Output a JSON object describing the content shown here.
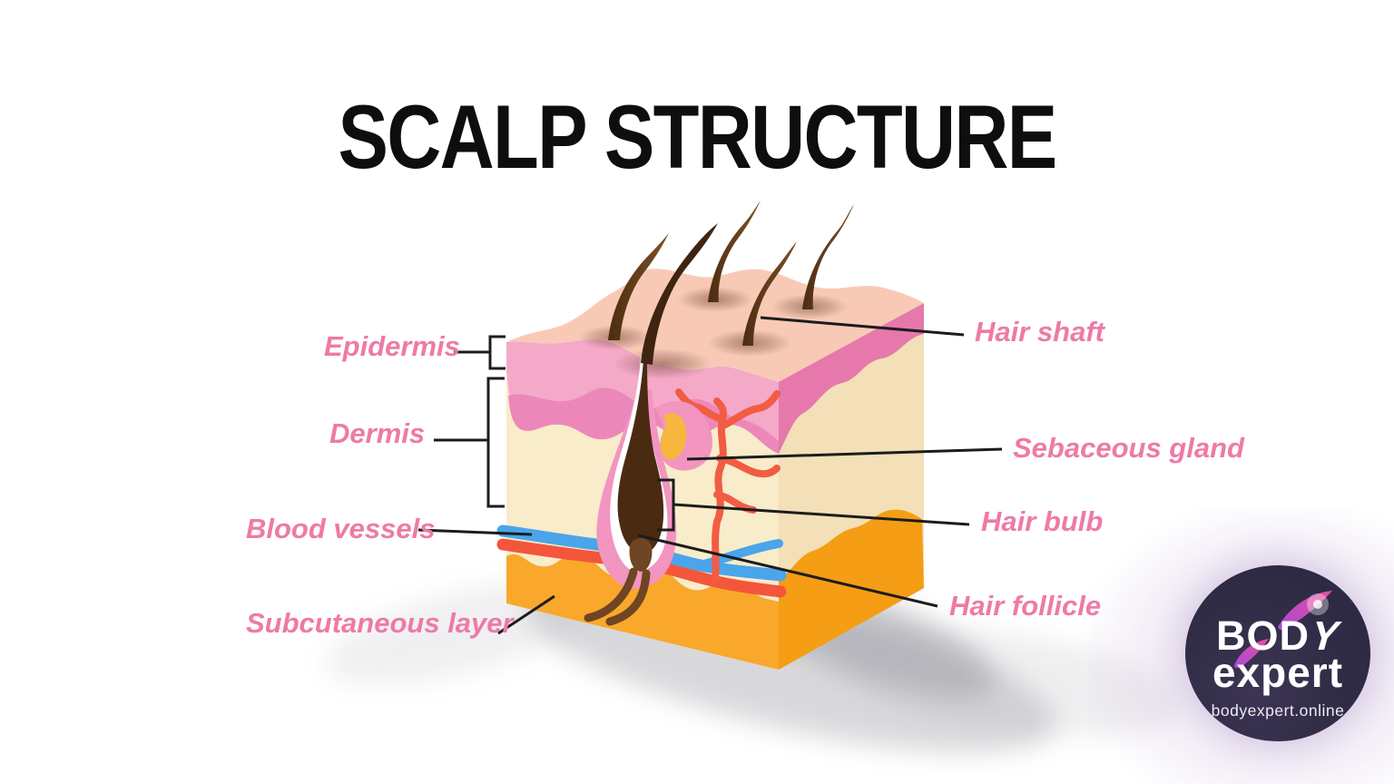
{
  "title": "SCALP STRUCTURE",
  "labels": {
    "epidermis": "Epidermis",
    "dermis": "Dermis",
    "blood_vessels": "Blood vessels",
    "subcutaneous_layer": "Subcutaneous layer",
    "hair_shaft": "Hair shaft",
    "sebaceous_gland": "Sebaceous gland",
    "hair_bulb": "Hair bulb",
    "hair_follicle": "Hair follicle"
  },
  "logo": {
    "brand_a": "BOD",
    "brand_b": "Y",
    "brand_c": "expert",
    "website": "bodyexpert.online"
  },
  "colors": {
    "label_pink": "#ee7aa6",
    "title_black": "#0e0e0e",
    "leader_line_black": "#1c1c1c",
    "skin_top_salmon": "#f8cab6",
    "epidermis_pink": "#f4a9c9",
    "epidermis_deep_pink": "#ec88b9",
    "epidermis_side_pink": "#e678ac",
    "dermis_cream": "#f8ecca",
    "dermis_side_cream": "#f3dfb8",
    "vein_blue": "#4aa5ea",
    "artery_red": "#f4563c",
    "capillary_coral": "#f25c43",
    "subcutaneous_orange": "#f9a82b",
    "subcutaneous_side_orange": "#f49d15",
    "hair_brown": "#4a2b12",
    "follicle_sheath_pink": "#f295c0",
    "papilla_brown": "#6f4523",
    "sebum_yellow": "#f7b63e",
    "logo_circle_navy": "#2e2a40",
    "logo_swoosh_magenta": "#c94bc4"
  }
}
